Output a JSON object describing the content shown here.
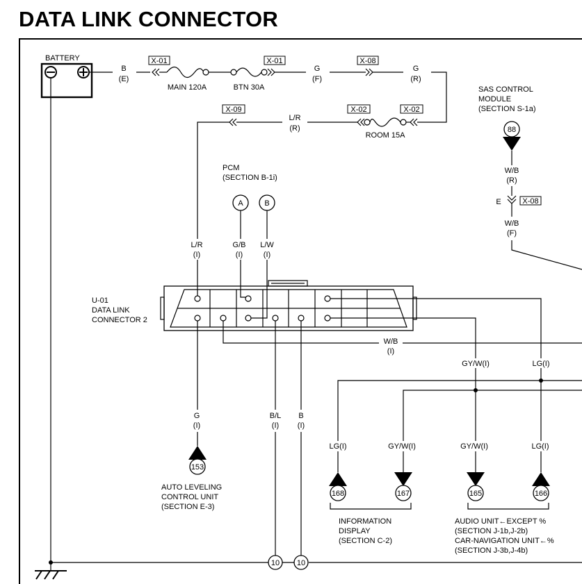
{
  "title": "DATA LINK CONNECTOR",
  "battery": {
    "label": "BATTERY"
  },
  "wires": {
    "b_top": "B",
    "b_top_sub": "(E)",
    "g_f": "G",
    "g_f_sub": "(F)",
    "g_r": "G",
    "g_r_sub": "(R)",
    "lr_r": "L/R",
    "lr_r_sub": "(R)",
    "wb_r": "W/B",
    "wb_r_sub": "(R)",
    "wb_f": "W/B",
    "wb_f_sub": "(F)",
    "lr_i": "L/R",
    "lr_i_sub": "(I)",
    "gb_i": "G/B",
    "gb_i_sub": "(I)",
    "lw_i": "L/W",
    "lw_i_sub": "(I)",
    "wb_i": "W/B",
    "wb_i_sub": "(I)",
    "gyw_top": "GY/W(I)",
    "lg_top": "LG(I)",
    "g_i": "G",
    "g_i_sub": "(I)",
    "bl_i": "B/L",
    "bl_i_sub": "(I)",
    "b_i": "B",
    "b_i_sub": "(I)",
    "lg_168": "LG(I)",
    "gyw_167": "GY/W(I)",
    "gyw_165": "GY/W(I)",
    "lg_166": "LG(I)"
  },
  "tags": {
    "x01a": "X-01",
    "x01b": "X-01",
    "x08a": "X-08",
    "x09": "X-09",
    "x02a": "X-02",
    "x02b": "X-02",
    "x08b": "X-08"
  },
  "fuses": {
    "main": "MAIN 120A",
    "btn": "BTN 30A",
    "room": "ROOM 15A"
  },
  "sas": {
    "line1": "SAS CONTROL",
    "line2": "MODULE",
    "line3": "(SECTION S-1a)",
    "node": "88",
    "e_label": "E"
  },
  "pcm": {
    "line1": "PCM",
    "line2": "(SECTION B-1i)",
    "pin_a": "A",
    "pin_b": "B"
  },
  "dlc": {
    "line1": "U-01",
    "line2": "DATA LINK",
    "line3": "CONNECTOR 2"
  },
  "auto_level": {
    "node": "153",
    "line1": "AUTO LEVELING",
    "line2": "CONTROL UNIT",
    "line3": "(SECTION E-3)"
  },
  "info_display": {
    "node_a": "168",
    "node_b": "167",
    "line1": "INFORMATION",
    "line2": "DISPLAY",
    "line3": "(SECTION C-2)"
  },
  "audio": {
    "node_a": "165",
    "node_b": "166",
    "line1": "AUDIO UNIT←EXCEPT %",
    "line2": "(SECTION J-1b,J-2b)",
    "line3": "CAR-NAVIGATION UNIT←%",
    "line4": "(SECTION J-3b,J-4b)"
  },
  "ground": {
    "node_a": "10",
    "node_b": "10"
  }
}
